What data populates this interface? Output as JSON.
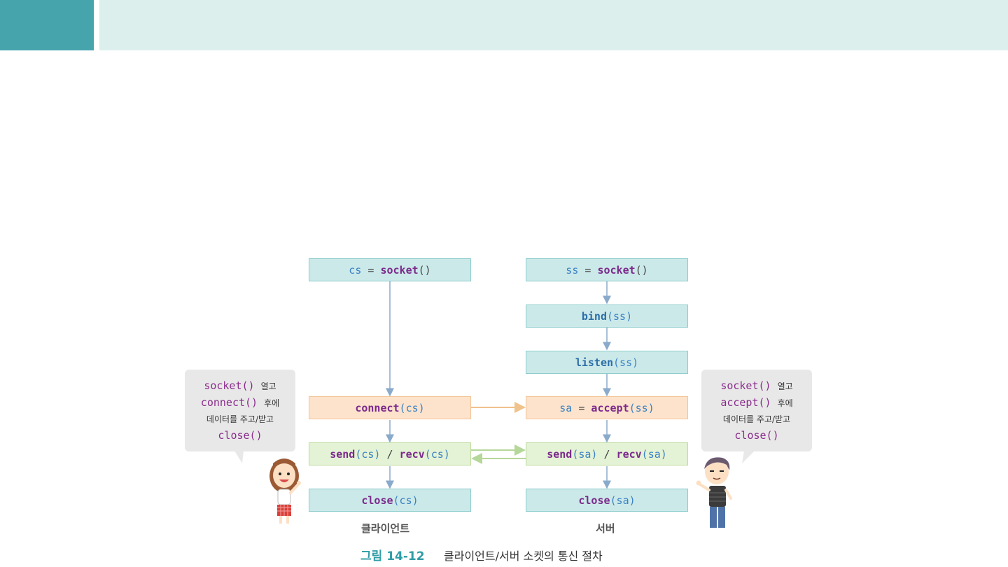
{
  "client": {
    "socket": {
      "var": "cs",
      "eq": " = ",
      "fn": "socket",
      "args": "()"
    },
    "connect": {
      "fn": "connect",
      "args": "(cs)"
    },
    "send": {
      "fn": "send",
      "args": "(cs)",
      "sep": " / ",
      "fn2": "recv",
      "args2": "(cs)"
    },
    "close": {
      "fn": "close",
      "args": "(cs)"
    },
    "label": "클라이언트",
    "bubble": [
      "socket()",
      "열고",
      "connect()",
      "후에",
      "데이터를 주고/받고",
      "close()"
    ]
  },
  "server": {
    "socket": {
      "var": "ss",
      "eq": " = ",
      "fn": "socket",
      "args": "()"
    },
    "bind": {
      "fn": "bind",
      "args": "(ss)"
    },
    "listen": {
      "fn": "listen",
      "args": "(ss)"
    },
    "accept": {
      "var": "sa",
      "eq": " = ",
      "fn": "accept",
      "args": "(ss)"
    },
    "send": {
      "fn": "send",
      "args": "(sa)",
      "sep": " / ",
      "fn2": "recv",
      "args2": "(sa)"
    },
    "close": {
      "fn": "close",
      "args": "(sa)"
    },
    "label": "서버",
    "bubble": [
      "socket()",
      "열고",
      "accept()",
      "후에",
      "데이터를 주고/받고",
      "close()"
    ]
  },
  "caption": {
    "number": "그림 14-12",
    "text": "클라이언트/서버 소켓의 통신 절차"
  },
  "colors": {
    "teal_box": "#cce9e9",
    "orange_box": "#fde3cc",
    "green_box": "#e4f2d5",
    "banner": "#46a4ad"
  }
}
